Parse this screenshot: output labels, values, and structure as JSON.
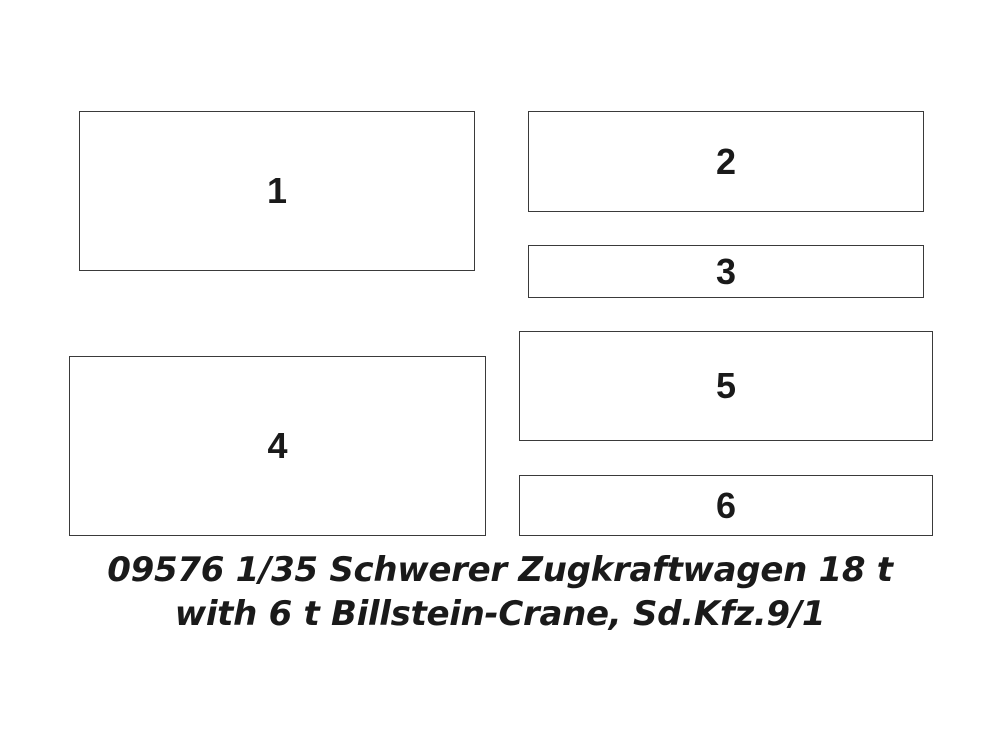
{
  "panels": [
    {
      "id": "1",
      "label": "1"
    },
    {
      "id": "2",
      "label": "2"
    },
    {
      "id": "3",
      "label": "3"
    },
    {
      "id": "4",
      "label": "4"
    },
    {
      "id": "5",
      "label": "5"
    },
    {
      "id": "6",
      "label": "6"
    }
  ],
  "caption": {
    "line1": "09576 1/35 Schwerer Zugkraftwagen 18 t",
    "line2": "with 6 t Billstein-Crane, Sd.Kfz.9/1"
  },
  "colors": {
    "border": "#3a3a3a",
    "text": "#1a1a1a",
    "background": "#ffffff"
  }
}
